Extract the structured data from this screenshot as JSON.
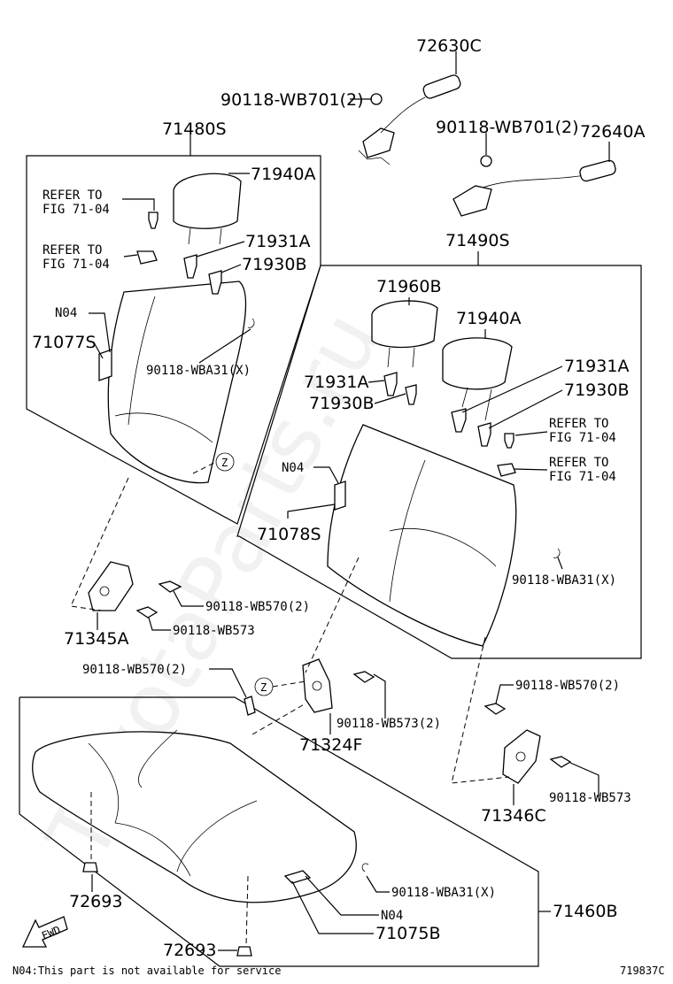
{
  "labels": {
    "p72630C": "72630C",
    "p90118WB701a": "90118-WB701(2)",
    "p71480S": "71480S",
    "p90118WB701b": "90118-WB701(2)",
    "p72640A": "72640A",
    "p71940A_left": "71940A",
    "refer1_a": "REFER TO",
    "refer1_b": "FIG 71-04",
    "refer2_a": "REFER TO",
    "refer2_b": "FIG 71-04",
    "p71931A_left": "71931A",
    "p71930B_left": "71930B",
    "p71490S": "71490S",
    "n04_left": "N04",
    "p71960B": "71960B",
    "p71077S": "71077S",
    "p71940A_right": "71940A",
    "p90118WBA31_left": "90118-WBA31(X)",
    "p71931A_mid": "71931A",
    "p71931A_right": "71931A",
    "p71930B_mid": "71930B",
    "p71930B_right": "71930B",
    "refer3_a": "REFER TO",
    "refer3_b": "FIG 71-04",
    "refer4_a": "REFER TO",
    "refer4_b": "FIG 71-04",
    "n04_mid": "N04",
    "p71078S": "71078S",
    "p90118WBA31_right": "90118-WBA31(X)",
    "p90118WB570_a": "90118-WB570(2)",
    "p71345A": "71345A",
    "p90118WB573_a": "90118-WB573",
    "p90118WB570_b": "90118-WB570(2)",
    "p90118WB570_c": "90118-WB570(2)",
    "p90118WB573_b": "90118-WB573(2)",
    "p71324F": "71324F",
    "p90118WB573_c": "90118-WB573",
    "p71346C": "71346C",
    "p72693_a": "72693",
    "p90118WBA31_bottom": "90118-WBA31(X)",
    "n04_bottom": "N04",
    "p71460B": "71460B",
    "p71075B": "71075B",
    "p72693_b": "72693",
    "z1": "Z",
    "z2": "Z",
    "fwd": "FWD",
    "footnote": "N04:This part is not available for service",
    "diagram_code": "719837C"
  },
  "watermark": "ToyotaParts.ru"
}
